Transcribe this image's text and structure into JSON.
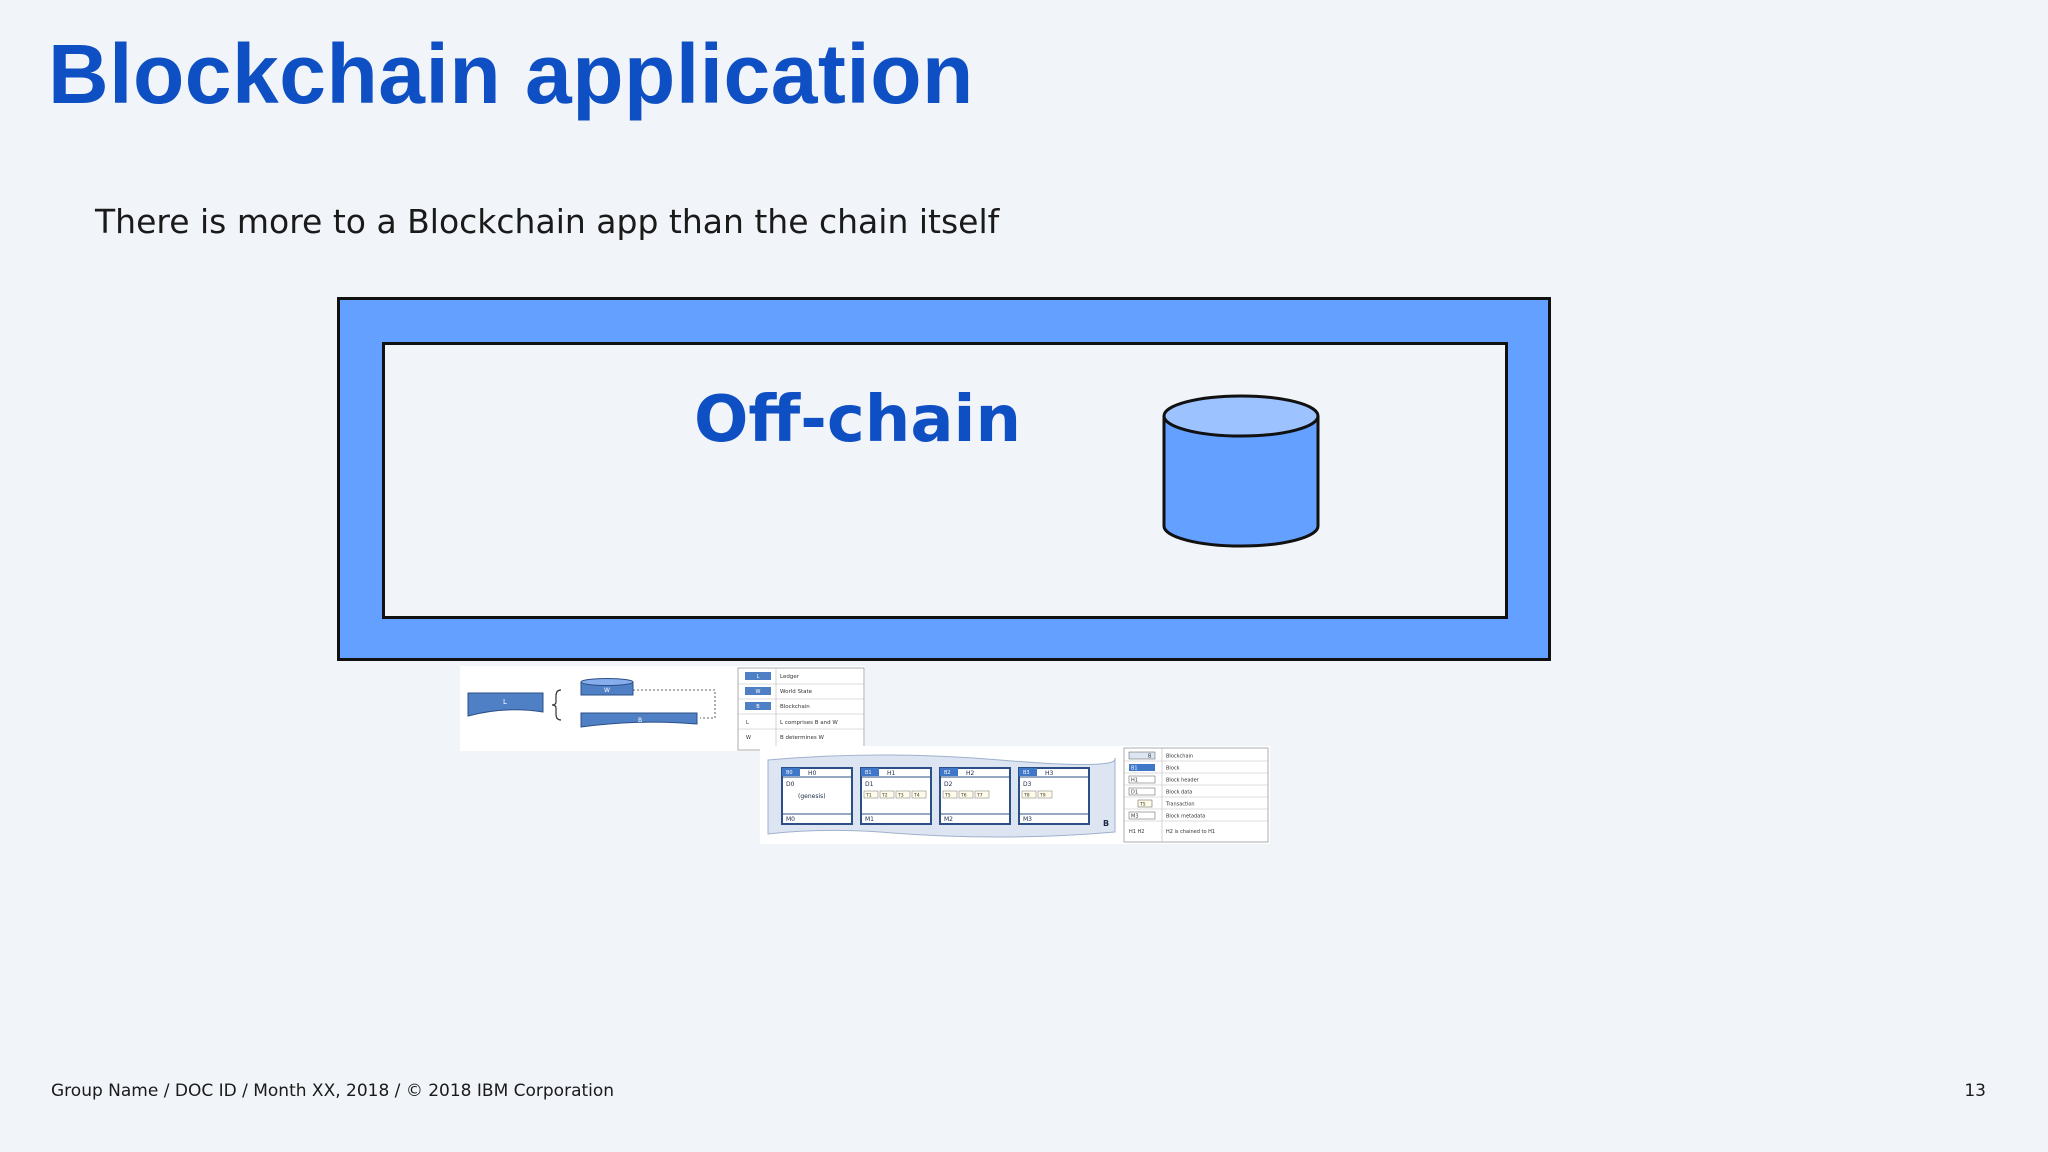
{
  "slide": {
    "title": "Blockchain application",
    "subtitle": "There is more to a Blockchain app than the chain itself",
    "offchain_label": "Off-chain",
    "footer": "Group Name / DOC ID / Month XX, 2018 / © 2018 IBM Corporation",
    "page_number": "13"
  },
  "ledger_diagram": {
    "ledger_symbol": "L",
    "world_state_symbol": "W",
    "blockchain_symbol": "B",
    "legend": [
      {
        "key": "L",
        "text": "Ledger"
      },
      {
        "key": "W",
        "text": "World State"
      },
      {
        "key": "B",
        "text": "Blockchain"
      },
      {
        "key": "L",
        "text": "L comprises B and W"
      },
      {
        "key": "W",
        "text": "B determines W"
      }
    ]
  },
  "blockchain_diagram": {
    "chain_label": "B",
    "blocks": [
      {
        "id": "B0",
        "hash": "H0",
        "data": "D0",
        "note": "(genesis)",
        "meta": "M0",
        "txs": []
      },
      {
        "id": "B1",
        "hash": "H1",
        "data": "D1",
        "note": "",
        "meta": "M1",
        "txs": [
          "T1",
          "T2",
          "T3",
          "T4"
        ]
      },
      {
        "id": "B2",
        "hash": "H2",
        "data": "D2",
        "note": "",
        "meta": "M2",
        "txs": [
          "T5",
          "T6",
          "T7"
        ]
      },
      {
        "id": "B3",
        "hash": "H3",
        "data": "D3",
        "note": "",
        "meta": "M3",
        "txs": [
          "T8",
          "T9"
        ]
      }
    ],
    "legend": [
      {
        "key": "B",
        "text": "Blockchain"
      },
      {
        "key": "B1",
        "text": "Block"
      },
      {
        "key": "H1",
        "text": "Block header"
      },
      {
        "key": "D1",
        "text": "Block data"
      },
      {
        "key": "T5",
        "text": "Transaction"
      },
      {
        "key": "M3",
        "text": "Block metadata"
      },
      {
        "key": "H1 H2",
        "text": "H2 is chained to H1"
      }
    ]
  },
  "colors": {
    "title_blue": "#0f4fc4",
    "frame_blue": "#64a0ff",
    "db_top": "#9cc3ff",
    "block_blue": "#3f78c8"
  }
}
